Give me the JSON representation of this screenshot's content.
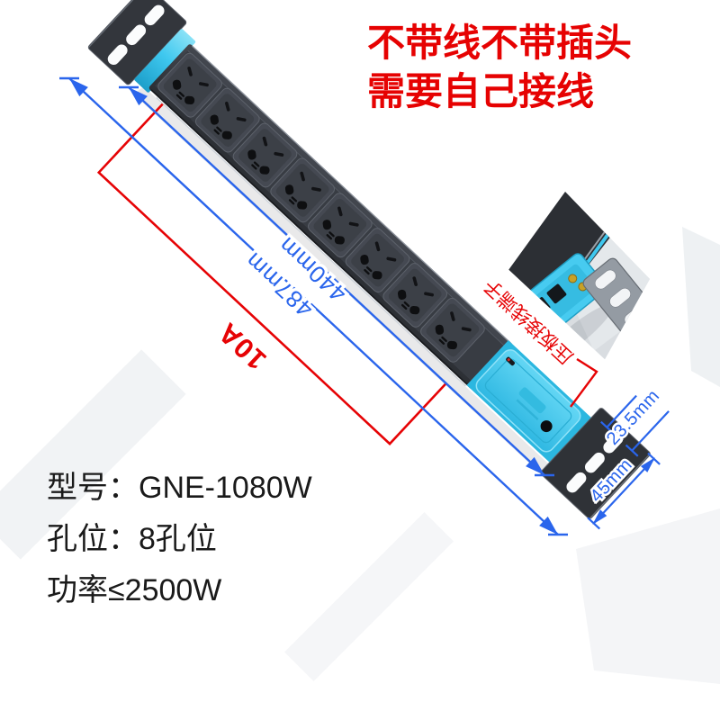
{
  "header": {
    "warning_line1": "不带线不带插头",
    "warning_line2": "需要自己接线"
  },
  "dimensions": {
    "length_overall": {
      "label": "487mm"
    },
    "length_inner": {
      "label": "440mm"
    },
    "current_rating": {
      "label": "10A"
    },
    "depth": {
      "label": "23.5mm"
    },
    "width": {
      "label": "45mm"
    }
  },
  "callout": {
    "terminal_label": "压板接线端子"
  },
  "specs": {
    "model": "型号：GNE-1080W",
    "holes": "孔位：8孔位",
    "power": "功率≤2500W"
  },
  "product": {
    "outlet_count": 8,
    "accent_cyan": "#3fc8ef",
    "body_color": "#34373d",
    "dimension_blue": "#2a65ec",
    "warning_red": "#e60202",
    "spec_text_color": "#1a1a1a"
  }
}
